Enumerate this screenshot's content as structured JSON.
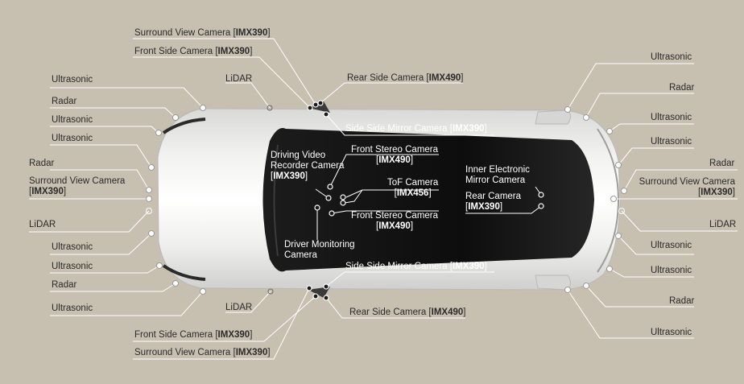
{
  "labels": {
    "surround_top": {
      "prefix": "Surround View Camera [",
      "model": "IMX390",
      "suffix": "]"
    },
    "front_side_top": {
      "prefix": "Front Side Camera [",
      "model": "IMX390",
      "suffix": "]"
    },
    "ultrasonic_l1": "Ultrasonic",
    "lidar_top": "LiDAR",
    "rear_side_top": {
      "prefix": "Rear Side Camera [",
      "model": "IMX490",
      "suffix": "]"
    },
    "ultrasonic_r1": "Ultrasonic",
    "radar_l1": "Radar",
    "radar_r1": "Radar",
    "ultrasonic_l2": "Ultrasonic",
    "side_mirror_top": {
      "prefix": "Side Side Mirror Camera [",
      "model": "IMX390",
      "suffix": "]"
    },
    "ultrasonic_r2": "Ultrasonic",
    "ultrasonic_l3": "Ultrasonic",
    "ultrasonic_r3": "Ultrasonic",
    "front_stereo_top": {
      "line1": "Front Stereo Camera",
      "prefix": "[",
      "model": "IMX490",
      "suffix": "]"
    },
    "driving_video": {
      "line1": "Driving Video",
      "line2": "Recorder Camera",
      "prefix": "[",
      "model": "IMX390",
      "suffix": "]"
    },
    "radar_l2": "Radar",
    "radar_r2": "Radar",
    "inner_mirror": {
      "line1": "Inner Electronic",
      "line2": "Mirror Camera"
    },
    "surround_left": {
      "line1": "Surround View Camera",
      "prefix": "[",
      "model": "IMX390",
      "suffix": "]"
    },
    "surround_right": {
      "line1": "Surround View Camera",
      "prefix": "[",
      "model": "IMX390",
      "suffix": "]"
    },
    "tof": {
      "line1": "ToF Camera",
      "prefix": "[",
      "model": "IMX456",
      "suffix": "]"
    },
    "rear_camera": {
      "line1": "Rear Camera",
      "prefix": "[",
      "model": "IMX390",
      "suffix": "]"
    },
    "front_stereo_bottom": {
      "line1": "Front Stereo Camera",
      "prefix": "[",
      "model": "IMX490",
      "suffix": "]"
    },
    "lidar_l": "LiDAR",
    "lidar_r": "LiDAR",
    "ultrasonic_l4": "Ultrasonic",
    "ultrasonic_r4": "Ultrasonic",
    "driver_monitoring": {
      "line1": "Driver Monitoring",
      "line2": "Camera"
    },
    "ultrasonic_l5": "Ultrasonic",
    "side_mirror_bottom": {
      "prefix": "Side Side Mirror Camera [",
      "model": "IMX390",
      "suffix": "]"
    },
    "ultrasonic_r5": "Ultrasonic",
    "radar_l3": "Radar",
    "radar_r3": "Radar",
    "lidar_bottom": "LiDAR",
    "ultrasonic_l6": "Ultrasonic",
    "rear_side_bottom": {
      "prefix": "Rear Side Camera [",
      "model": "IMX490",
      "suffix": "]"
    },
    "ultrasonic_r6": "Ultrasonic",
    "front_side_bottom": {
      "prefix": "Front Side Camera [",
      "model": "IMX390",
      "suffix": "]"
    },
    "surround_bottom": {
      "prefix": "Surround View Camera [",
      "model": "IMX390",
      "suffix": "]"
    }
  },
  "colors": {
    "background": "#c7bfb0",
    "body": "#e4e4e2",
    "glass": "#141414",
    "leader": "#ffffff",
    "text_dark": "#2b2b2b",
    "text_light": "#ffffff"
  }
}
